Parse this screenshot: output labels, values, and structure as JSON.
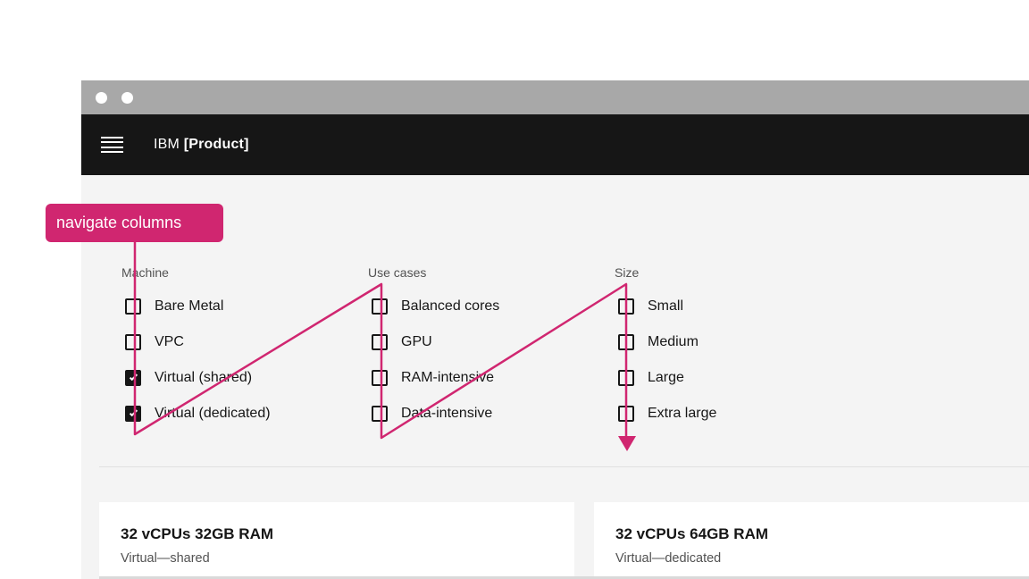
{
  "titlebar": {
    "window_controls": [
      "dot",
      "dot"
    ]
  },
  "header": {
    "brand": "IBM",
    "product": "[Product]",
    "menu_icon": "hamburger-icon"
  },
  "annotation": {
    "label": "navigate columns",
    "accent_color": "#d02670",
    "arrow_icon": "arrow-down-icon"
  },
  "filters": {
    "groups": [
      {
        "label": "Machine",
        "options": [
          {
            "label": "Bare Metal",
            "checked": false
          },
          {
            "label": "VPC",
            "checked": false
          },
          {
            "label": "Virtual (shared)",
            "checked": true
          },
          {
            "label": "Virtual (dedicated)",
            "checked": true
          }
        ]
      },
      {
        "label": "Use cases",
        "options": [
          {
            "label": "Balanced cores",
            "checked": false
          },
          {
            "label": "GPU",
            "checked": false
          },
          {
            "label": "RAM-intensive",
            "checked": false
          },
          {
            "label": "Data-intensive",
            "checked": false
          }
        ]
      },
      {
        "label": "Size",
        "options": [
          {
            "label": "Small",
            "checked": false
          },
          {
            "label": "Medium",
            "checked": false
          },
          {
            "label": "Large",
            "checked": false
          },
          {
            "label": "Extra large",
            "checked": false
          }
        ]
      }
    ]
  },
  "results": {
    "cards": [
      {
        "title": "32 vCPUs 32GB RAM",
        "subtitle": "Virtual—shared"
      },
      {
        "title": "32 vCPUs 64GB RAM",
        "subtitle": "Virtual—dedicated"
      }
    ]
  },
  "colors": {
    "accent": "#d02670",
    "header_bg": "#161616",
    "titlebar_bg": "#a8a8a8",
    "surface": "#f4f4f4"
  }
}
